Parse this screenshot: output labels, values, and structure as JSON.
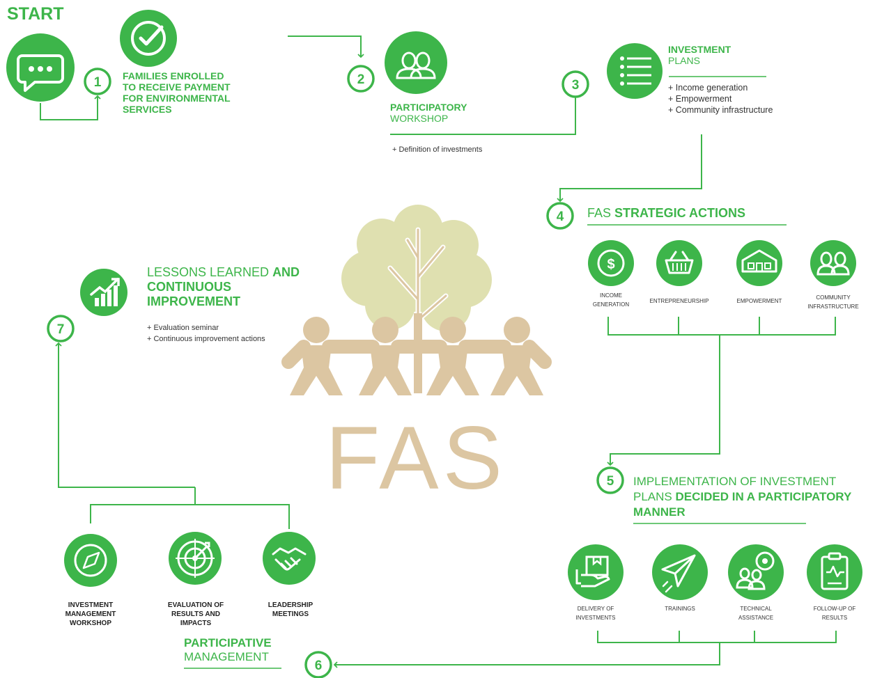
{
  "start_label": "START",
  "step1": {
    "number": "1",
    "title_lines": [
      "FAMILIES ENROLLED",
      "TO RECEIVE PAYMENT",
      "FOR ENVIRONMENTAL",
      "SERVICES"
    ]
  },
  "step2": {
    "number": "2",
    "title": "PARTICIPATORY",
    "subtitle": "WORKSHOP",
    "bullets": [
      "+ Definition of investments"
    ]
  },
  "step3": {
    "number": "3",
    "title": "INVESTMENT",
    "subtitle": "PLANS",
    "bullets": [
      "+ Income generation",
      "+ Empowerment",
      "+ Community infrastructure"
    ]
  },
  "step4": {
    "number": "4",
    "title_prefix": "FAS ",
    "title_bold": "STRATEGIC ACTIONS",
    "actions": [
      {
        "lines": [
          "INCOME",
          "GENERATION"
        ],
        "icon": "dollar-icon"
      },
      {
        "lines": [
          "ENTREPRENEURSHIP"
        ],
        "icon": "basket-icon"
      },
      {
        "lines": [
          "EMPOWERMENT"
        ],
        "icon": "house-icon"
      },
      {
        "lines": [
          "COMMUNITY",
          "INFRASTRUCTURE"
        ],
        "icon": "people-icon"
      }
    ]
  },
  "step5": {
    "number": "5",
    "line1": "IMPLEMENTATION OF INVESTMENT",
    "line2_normal": "PLANS ",
    "line2_bold": "DECIDED IN A PARTICIPATORY",
    "line3_bold": "MANNER",
    "items": [
      {
        "lines": [
          "DELIVERY OF",
          "INVESTMENTS"
        ],
        "icon": "box-hand-icon"
      },
      {
        "lines": [
          "TRAININGS"
        ],
        "icon": "paper-plane-icon"
      },
      {
        "lines": [
          "TECHNICAL",
          "ASSISTANCE"
        ],
        "icon": "support-icon"
      },
      {
        "lines": [
          "FOLLOW-UP OF",
          "RESULTS"
        ],
        "icon": "clipboard-icon"
      }
    ]
  },
  "step6": {
    "number": "6",
    "title": "PARTICIPATIVE",
    "subtitle": "MANAGEMENT",
    "items": [
      {
        "lines": [
          "INVESTMENT",
          "MANAGEMENT",
          "WORKSHOP"
        ],
        "icon": "compass-icon"
      },
      {
        "lines": [
          "EVALUATION OF",
          "RESULTS AND",
          "IMPACTS"
        ],
        "icon": "target-icon"
      },
      {
        "lines": [
          "LEADERSHIP",
          "MEETINGS"
        ],
        "icon": "handshake-icon"
      }
    ]
  },
  "step7": {
    "number": "7",
    "line1_normal": "LESSONS LEARNED ",
    "line1_bold": "AND",
    "line2_bold": "CONTINUOUS",
    "line3_bold": "IMPROVEMENT",
    "bullets": [
      "+ Evaluation seminar",
      "+ Continuous improvement actions"
    ]
  },
  "center_logo_text": "FAS",
  "colors": {
    "green": "#3db54a",
    "tree": "#dfe0b0",
    "people": "#dcc6a2"
  }
}
